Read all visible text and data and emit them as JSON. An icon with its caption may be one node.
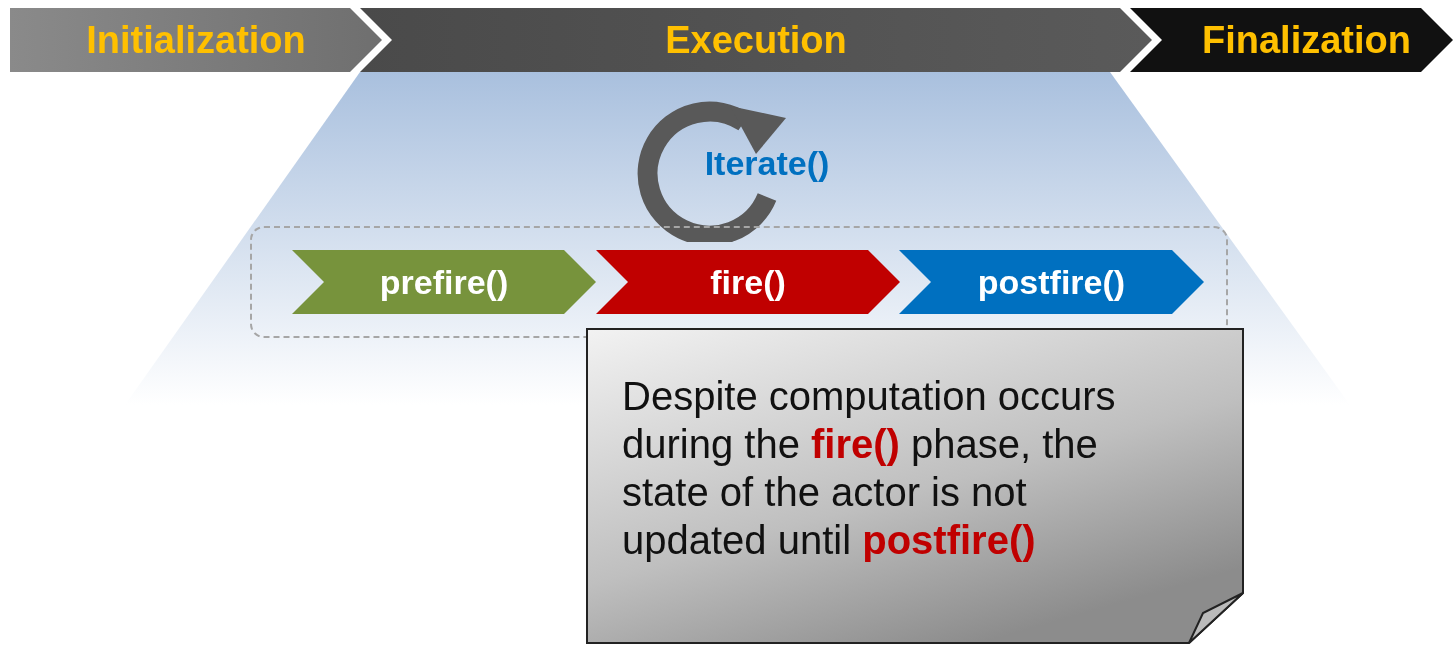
{
  "diagram": {
    "nodes": [
      {
        "text": [
          "Initialization"
        ]
      },
      {
        "text": [
          "Execution"
        ]
      },
      {
        "text": [
          "Finalization"
        ]
      },
      {
        "text": [
          "Iterate()"
        ]
      },
      {
        "text": [],
        "shape": "box"
      },
      {
        "text": [
          "prefire()"
        ],
        "in": 4
      },
      {
        "text": [
          "fire()"
        ],
        "in": 4
      },
      {
        "text": [
          "postfire()"
        ],
        "in": 4
      },
      {
        "text": [
          "Despite computation occurs during the **fire()** phase, the state of the actor is not updated until **postfire()**"
        ]
      }
    ]
  }
}
